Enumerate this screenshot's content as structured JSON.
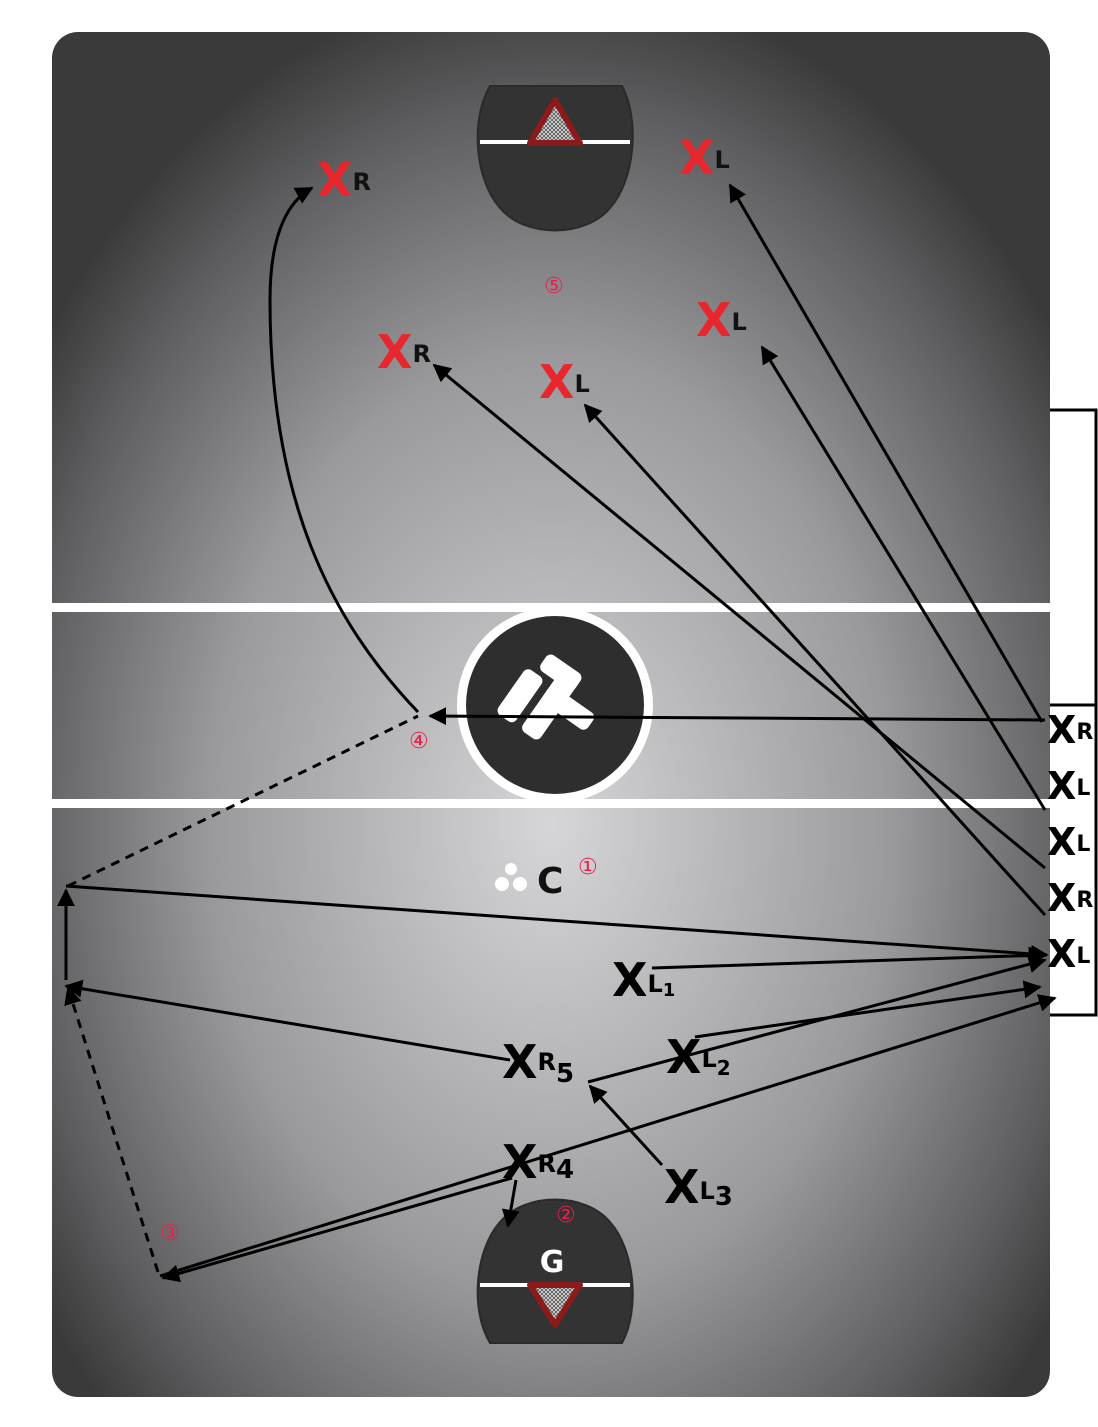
{
  "title_marks": {
    "goalie": "G",
    "center": "C"
  },
  "step_markers": [
    "①",
    "②",
    "③",
    "④",
    "⑤"
  ],
  "offense_red": [
    {
      "mark": "X",
      "side": "R"
    },
    {
      "mark": "X",
      "side": "L"
    },
    {
      "mark": "X",
      "side": "L"
    },
    {
      "mark": "X",
      "side": "R"
    },
    {
      "mark": "X",
      "side": "L"
    }
  ],
  "sideline_players": [
    {
      "mark": "X",
      "side": "R"
    },
    {
      "mark": "X",
      "side": "L"
    },
    {
      "mark": "X",
      "side": "L"
    },
    {
      "mark": "X",
      "side": "R"
    },
    {
      "mark": "X",
      "side": "L"
    }
  ],
  "defense": [
    {
      "mark": "X",
      "side": "L",
      "sub": "1"
    },
    {
      "mark": "X",
      "side": "R",
      "sub": "5"
    },
    {
      "mark": "X",
      "side": "L",
      "sub": "2"
    },
    {
      "mark": "X",
      "side": "R",
      "sub": "4"
    },
    {
      "mark": "X",
      "side": "L",
      "sub": "3"
    }
  ],
  "colors": {
    "red_player": "#e8262d",
    "marker": "#e8204a",
    "goal_triangle": "#8b1a1a",
    "crease": "#333333"
  }
}
